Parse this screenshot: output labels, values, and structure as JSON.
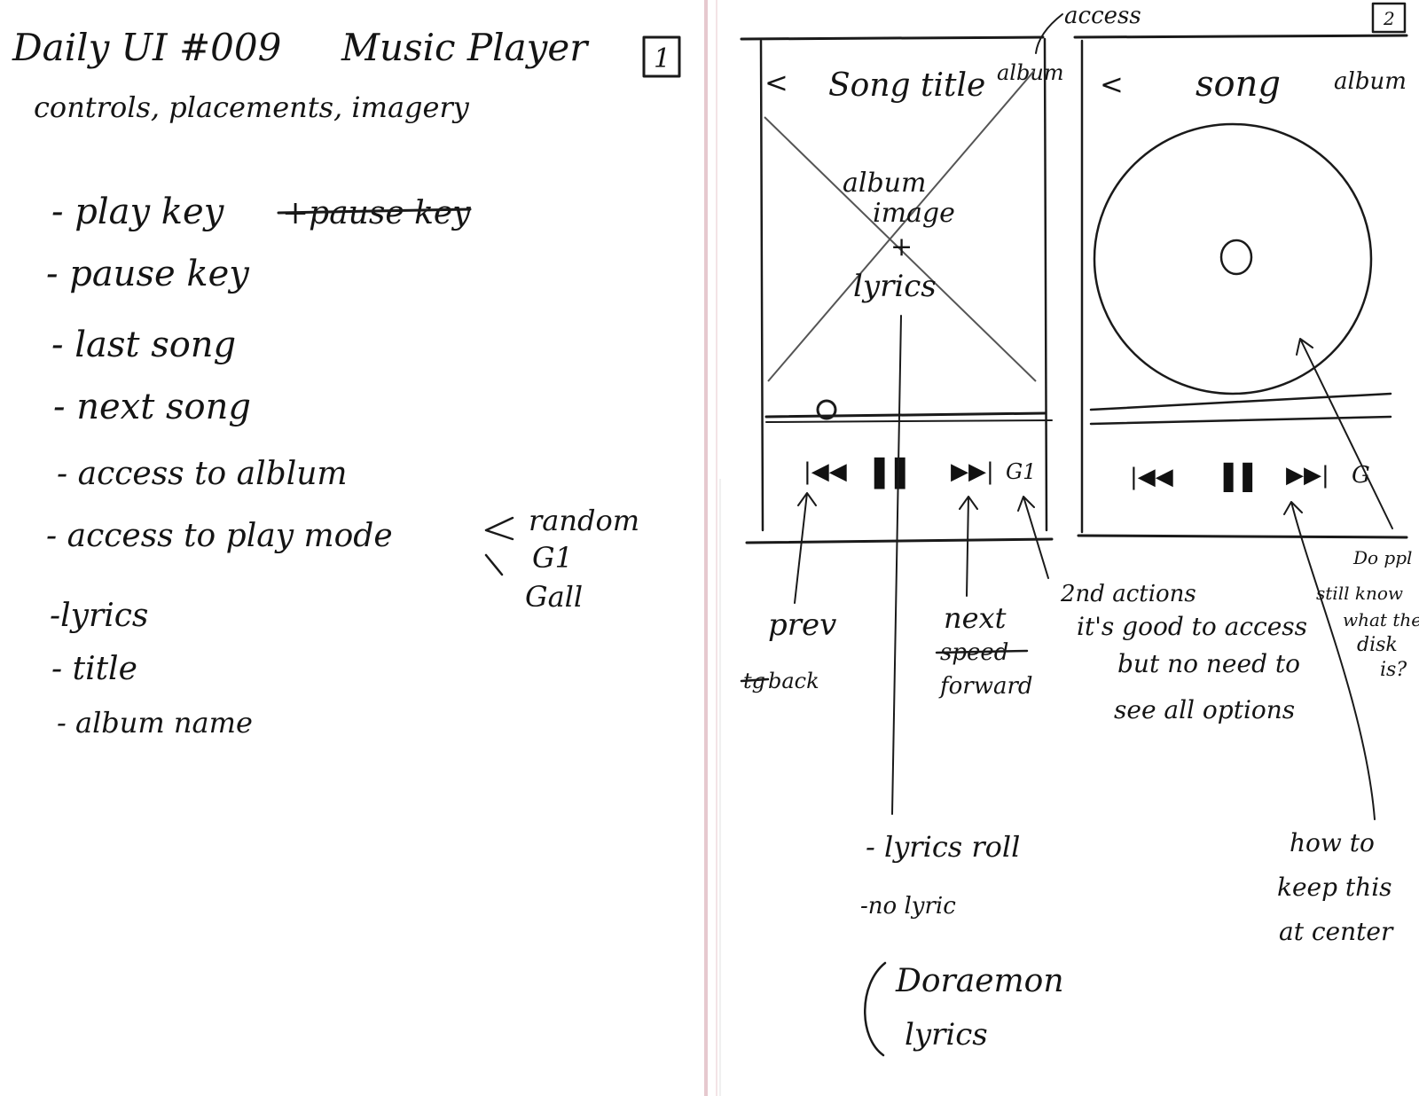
{
  "left_page": {
    "title": "Daily UI #009",
    "title_app": "Music Player",
    "page_number": "1",
    "subtitle": "controls, placements, imagery",
    "items": [
      {
        "text": "- play key",
        "struck": "+pause key"
      },
      {
        "text": "- pause key"
      },
      {
        "text": "- last song"
      },
      {
        "text": "- next song"
      },
      {
        "text": "- access to alblum"
      },
      {
        "text": "- access to play mode"
      },
      {
        "text": "-lyrics"
      },
      {
        "text": "- title"
      },
      {
        "text": "- album name"
      }
    ],
    "play_modes": [
      "random",
      "G1",
      "Gall"
    ]
  },
  "right_page": {
    "top_note": "access",
    "page_number": "2",
    "screen1": {
      "back": "<",
      "title": "Song title",
      "album": "album",
      "center_text": [
        "album",
        "image",
        "+",
        "lyrics"
      ],
      "controls": {
        "prev": "|◀◀",
        "pause": "▌▌",
        "next": "▶▶|",
        "mode": "G1"
      }
    },
    "screen2": {
      "back": "<",
      "title": "song",
      "album": "album",
      "controls": {
        "prev": "|◀◀",
        "pause": "▌▌",
        "next": "▶▶|",
        "mode": "G"
      }
    },
    "annotations": {
      "prev": "prev",
      "prev_struck": "tg",
      "prev_sub": "back",
      "next": "next",
      "next_struck": "speed",
      "next_sub": "forward",
      "secondary": [
        "2nd actions",
        "it's good to access",
        "but no need to",
        "see all options"
      ],
      "disk_question": [
        "Do ppl",
        "still know",
        "what the",
        "disk",
        "is?"
      ],
      "center_question": [
        "how to",
        "keep this",
        "at center"
      ],
      "lyrics_notes": [
        "- lyrics roll",
        "-no lyric"
      ],
      "brace_notes": [
        "Doraemon",
        "lyrics"
      ]
    }
  }
}
